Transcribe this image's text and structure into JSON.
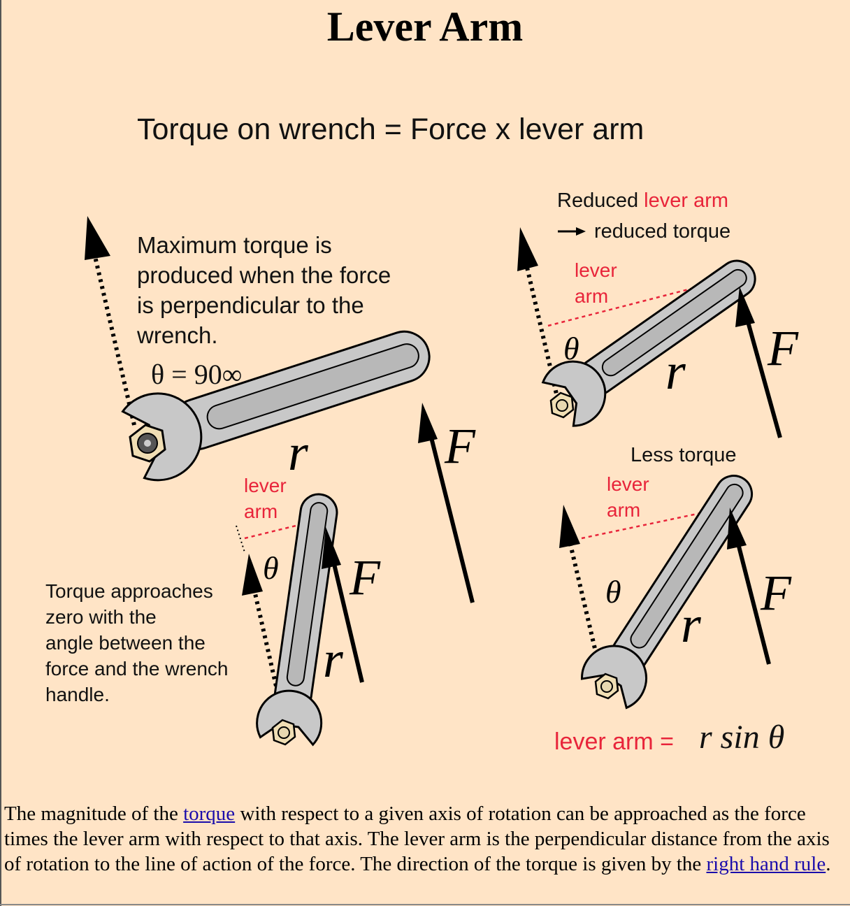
{
  "title": "Lever Arm",
  "diagram": {
    "equation": "Torque  on wrench = Force x lever arm",
    "max_note": [
      "Maximum torque is",
      "produced when the force",
      "is perpendicular to the",
      "wrench."
    ],
    "theta_eq": "θ = 90∞",
    "reduced_a": "Reduced ",
    "reduced_b": "lever arm",
    "reduced_line2": "reduced torque",
    "less_torque": "Less torque",
    "zero_note": [
      "Torque approaches",
      "zero with the",
      "angle between the",
      "force and the wrench",
      "handle."
    ],
    "lever": "lever",
    "arm": "arm",
    "force": "F",
    "radius": "r",
    "theta": "θ",
    "formula_label": "lever arm =",
    "formula": "r sin θ",
    "colors": {
      "lever_arm": "#e8243a",
      "wrench_fill": "#c8c8c8",
      "background": "#ffe4c6"
    }
  },
  "description": {
    "p1": "The magnitude of the ",
    "link1": "torque",
    "p2": " with respect to a given axis of rotation can be approached as the force times the lever arm with respect to that axis. The lever arm is the perpendicular distance from the axis of rotation to the line of action of the force. The direction of the torque is given by the ",
    "link2": "right hand rule",
    "p3": "."
  }
}
